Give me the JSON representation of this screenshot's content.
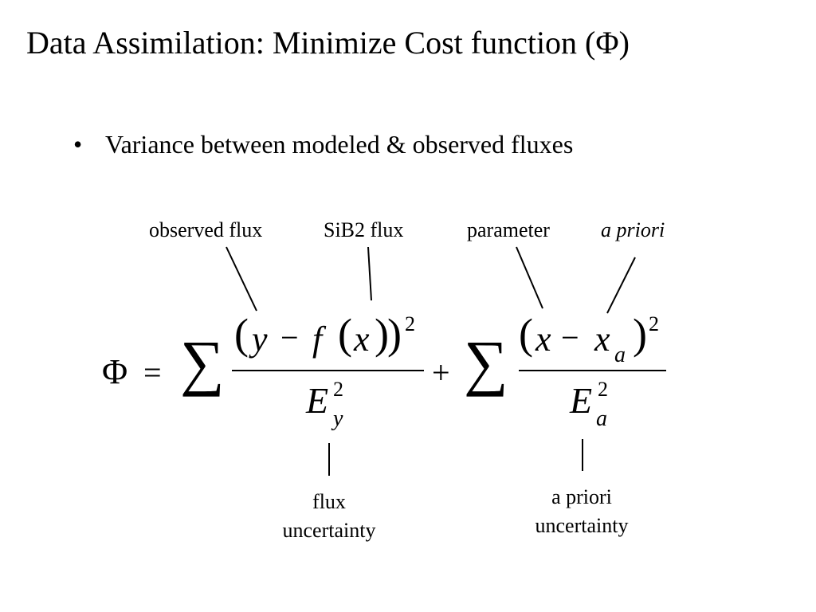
{
  "slide": {
    "title": "Data Assimilation: Minimize Cost function (Φ)",
    "bullet_symbol": "•",
    "bullet_text": "Variance between modeled & observed fluxes"
  },
  "annotations": {
    "observed_flux": "observed flux",
    "sib2_flux": "SiB2 flux",
    "parameter": "parameter",
    "a_priori": "a priori",
    "flux_uncertainty_line1": "flux",
    "flux_uncertainty_line2": "uncertainty",
    "apriori_uncertainty_line1": "a priori",
    "apriori_uncertainty_line2": "uncertainty"
  },
  "equation": {
    "lhs": "Φ",
    "equals": "=",
    "sigma": "∑",
    "plus": "+",
    "minus": "−",
    "open_paren": "(",
    "close_paren": ")",
    "y": "y",
    "f": "f",
    "x": "x",
    "sub_a": "a",
    "sub_y": "y",
    "E": "E",
    "squared": "2"
  }
}
